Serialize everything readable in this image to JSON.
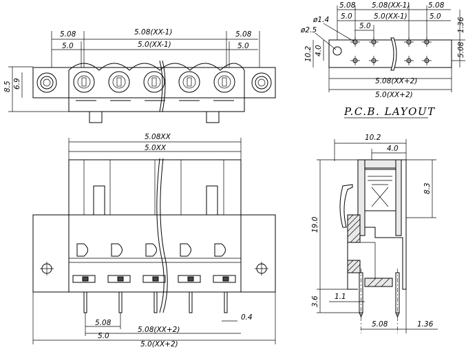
{
  "layout_title": "P.C.B. LAYOUT",
  "top_view": {
    "pitch_in": "5.08",
    "pitch_in_total": "5.08(XX-1)",
    "pitch_in_right": "5.08",
    "pitch_mm": "5.0",
    "pitch_mm_total": "5.0(XX-1)",
    "pitch_mm_right": "5.0",
    "height_total": "8.5",
    "height_inner": "6.9"
  },
  "pcb": {
    "top_left": "5.08",
    "top_total": "5.08(XX-1)",
    "top_right": "5.08",
    "mm_left": "5.0",
    "mm_total": "5.0(XX-1)",
    "mm_right": "5.0",
    "mm_sub": "5.0",
    "hole_small": "ø1.4",
    "hole_large": "ø2.5",
    "height": "10.2",
    "height_inner": "4.0",
    "right_top": "1.36",
    "right_pitch": "5.08",
    "bottom_in": "5.08(XX+2)",
    "bottom_mm": "5.0(XX+2)"
  },
  "front_view": {
    "top_in": "5.08XX",
    "top_mm": "5.0XX",
    "pitch_in": "5.08",
    "pitch_mm": "5.0",
    "pin_width": "0.4",
    "total_in": "5.08(XX+2)",
    "total_mm": "5.0(XX+2)"
  },
  "side_view": {
    "width": "10.2",
    "width_inner": "4.0",
    "height_upper": "8.3",
    "height_total": "19.0",
    "pin_length": "3.6",
    "pin_offset": "1.1",
    "pin_pitch": "5.08",
    "pin_edge": "1.36"
  }
}
